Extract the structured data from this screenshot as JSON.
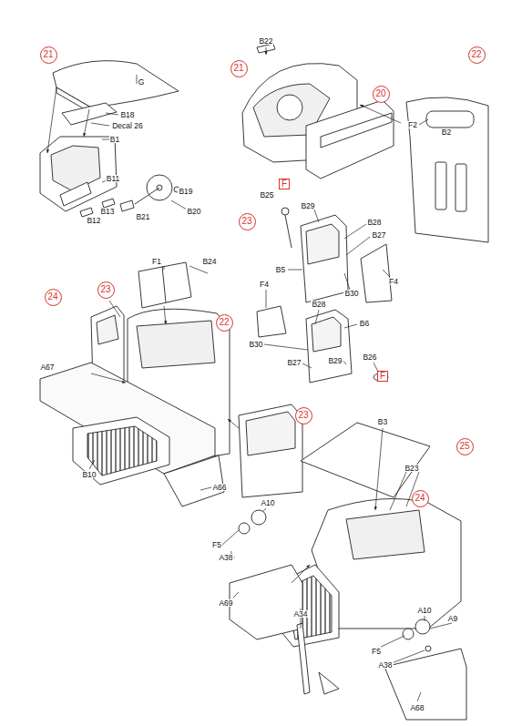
{
  "diagram": {
    "nodes": [
      {
        "text": [
          "21"
        ]
      },
      {
        "text": [
          "21"
        ]
      },
      {
        "text": [
          "22"
        ]
      },
      {
        "text": [
          "20"
        ]
      },
      {
        "text": [
          "F"
        ]
      },
      {
        "text": [
          "23"
        ]
      },
      {
        "text": [
          "24"
        ]
      },
      {
        "text": [
          "23"
        ]
      },
      {
        "text": [
          "22"
        ]
      },
      {
        "text": [
          "23"
        ]
      },
      {
        "text": [
          "F"
        ]
      },
      {
        "text": [
          "25"
        ]
      },
      {
        "text": [
          "24"
        ]
      }
    ],
    "labels": [
      "G",
      "B18",
      "Decal 26",
      "B1",
      "B11",
      "B19",
      "B20",
      "B13",
      "B12",
      "B21",
      "B22",
      "F2",
      "B2",
      "B25",
      "B29",
      "B28",
      "B27",
      "B5",
      "B30",
      "F4",
      "F1",
      "B24",
      "A67",
      "B10",
      "A66",
      "F4",
      "B28",
      "B6",
      "B30",
      "B27",
      "B29",
      "B26",
      "B3",
      "B23",
      "A10",
      "F5",
      "A38",
      "A69",
      "A34",
      "A10",
      "A9",
      "F5",
      "A38",
      "A68"
    ]
  }
}
